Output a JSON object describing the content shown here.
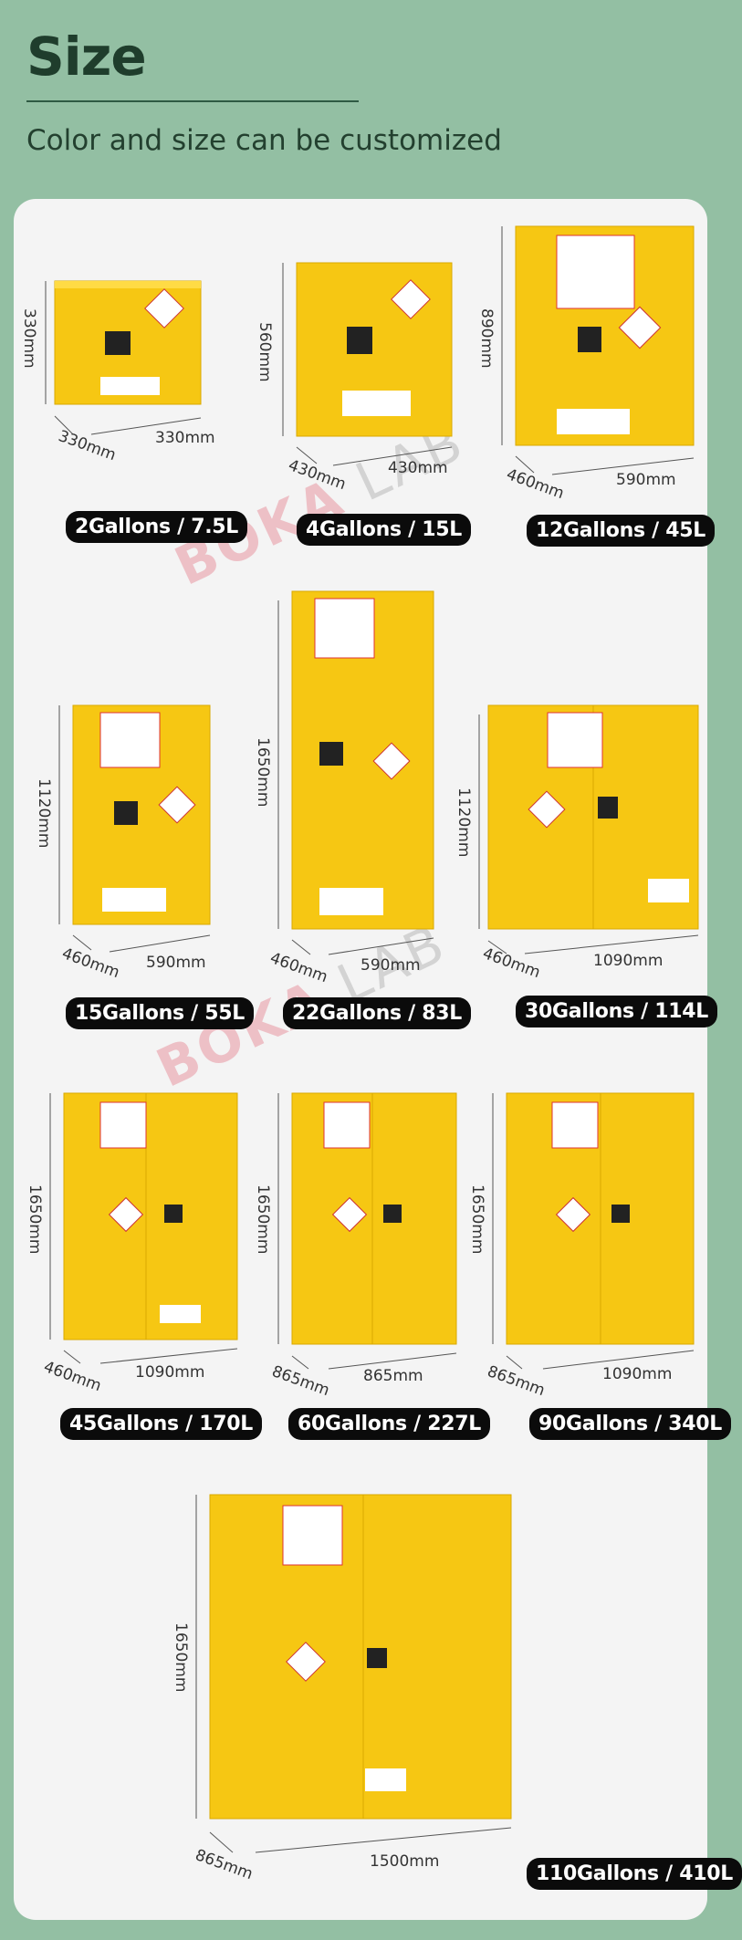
{
  "header": {
    "title": "Size",
    "subtitle": "Color and size can be customized"
  },
  "watermark": {
    "brand": "BOKA",
    "suffix": "LAB"
  },
  "colors": {
    "background": "#93bfa3",
    "panel": "#f4f4f4",
    "cabinet": "#f6c713",
    "badge": "#0b0b0b"
  },
  "products": [
    {
      "capacity": "2Gallons / 7.5L",
      "height": "330mm",
      "depth": "330mm",
      "width": "330mm"
    },
    {
      "capacity": "4Gallons / 15L",
      "height": "560mm",
      "depth": "430mm",
      "width": "430mm"
    },
    {
      "capacity": "12Gallons / 45L",
      "height": "890mm",
      "depth": "460mm",
      "width": "590mm"
    },
    {
      "capacity": "15Gallons / 55L",
      "height": "1120mm",
      "depth": "460mm",
      "width": "590mm"
    },
    {
      "capacity": "22Gallons / 83L",
      "height": "1650mm",
      "depth": "460mm",
      "width": "590mm"
    },
    {
      "capacity": "30Gallons / 114L",
      "height": "1120mm",
      "depth": "460mm",
      "width": "1090mm"
    },
    {
      "capacity": "45Gallons / 170L",
      "height": "1650mm",
      "depth": "460mm",
      "width": "1090mm"
    },
    {
      "capacity": "60Gallons / 227L",
      "height": "1650mm",
      "depth": "865mm",
      "width": "865mm"
    },
    {
      "capacity": "90Gallons / 340L",
      "height": "1650mm",
      "depth": "865mm",
      "width": "1090mm"
    },
    {
      "capacity": "110Gallons / 410L",
      "height": "1650mm",
      "depth": "865mm",
      "width": "1500mm"
    }
  ]
}
